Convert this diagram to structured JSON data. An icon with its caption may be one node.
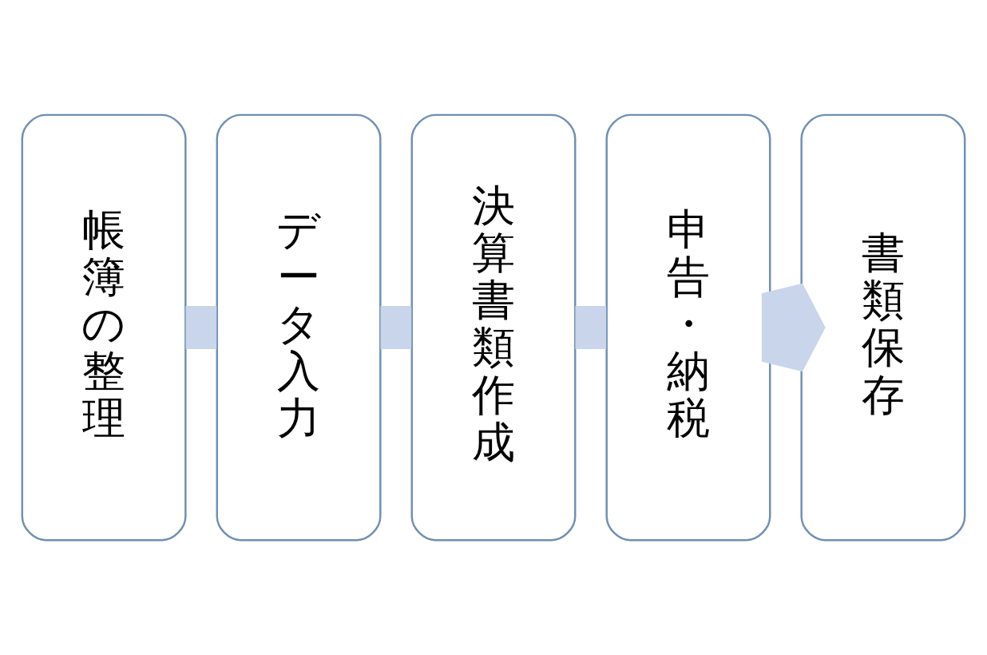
{
  "diagram": {
    "nodes": [
      {
        "text": [
          "帳簿の整理"
        ]
      },
      {
        "text": [
          "データ入力"
        ]
      },
      {
        "text": [
          "決算書類作成"
        ]
      },
      {
        "text": [
          "申告・納税"
        ]
      },
      {
        "text": [
          "書類保存"
        ]
      }
    ],
    "edges": [
      {
        "from": 0,
        "to": 1,
        "arrow": "none"
      },
      {
        "from": 1,
        "to": 2,
        "arrow": "none"
      },
      {
        "from": 2,
        "to": 3,
        "arrow": "none"
      },
      {
        "from": 3,
        "to": 4,
        "arrow": "to"
      }
    ]
  }
}
